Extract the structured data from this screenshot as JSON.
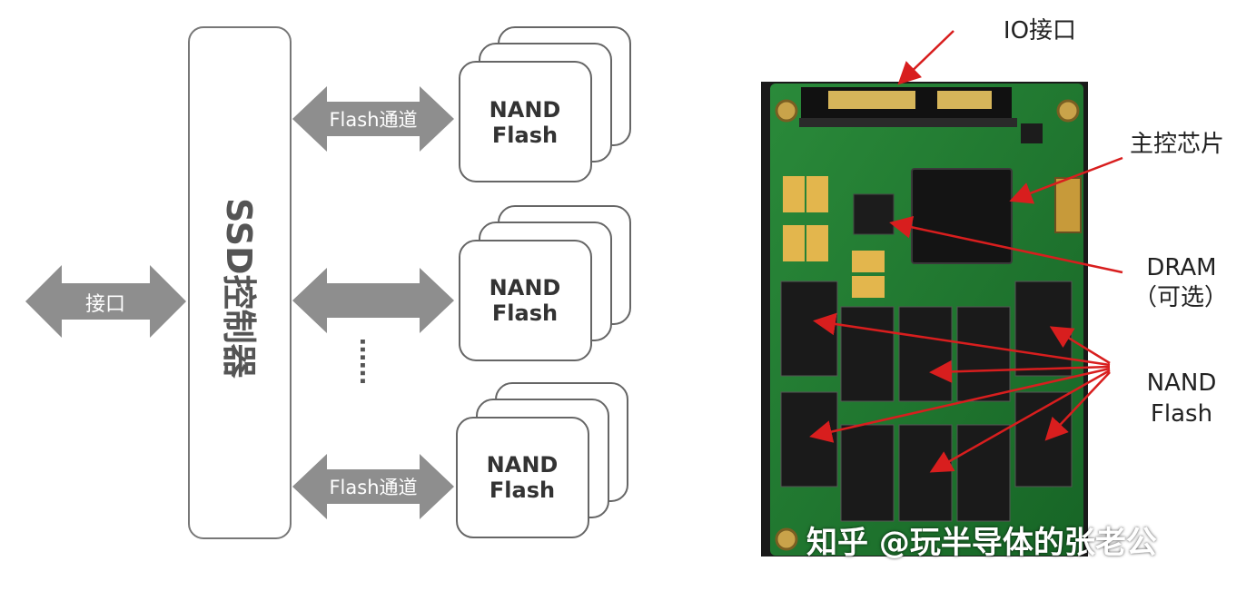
{
  "diagram": {
    "controller_label": "SSD控制器",
    "interface_label": "接口",
    "channels": [
      {
        "label": "Flash通道"
      },
      {
        "label": ""
      },
      {
        "label": "Flash通道"
      }
    ],
    "ellipsis": "……",
    "nand_line1": "NAND",
    "nand_line2": "Flash"
  },
  "photo": {
    "labels": {
      "io": "IO接口",
      "controller": "主控芯片",
      "dram_line1": "DRAM",
      "dram_line2": "（可选）",
      "nand_line1": "NAND",
      "nand_line2": "Flash"
    },
    "watermark": "知乎 @玩半导体的张老公"
  },
  "colors": {
    "arrow": "#8e8e8e",
    "pcb_green": "#1f7a2e",
    "chip": "#1b1b1b",
    "pointer": "#d81e1e",
    "box_border": "#666666"
  }
}
